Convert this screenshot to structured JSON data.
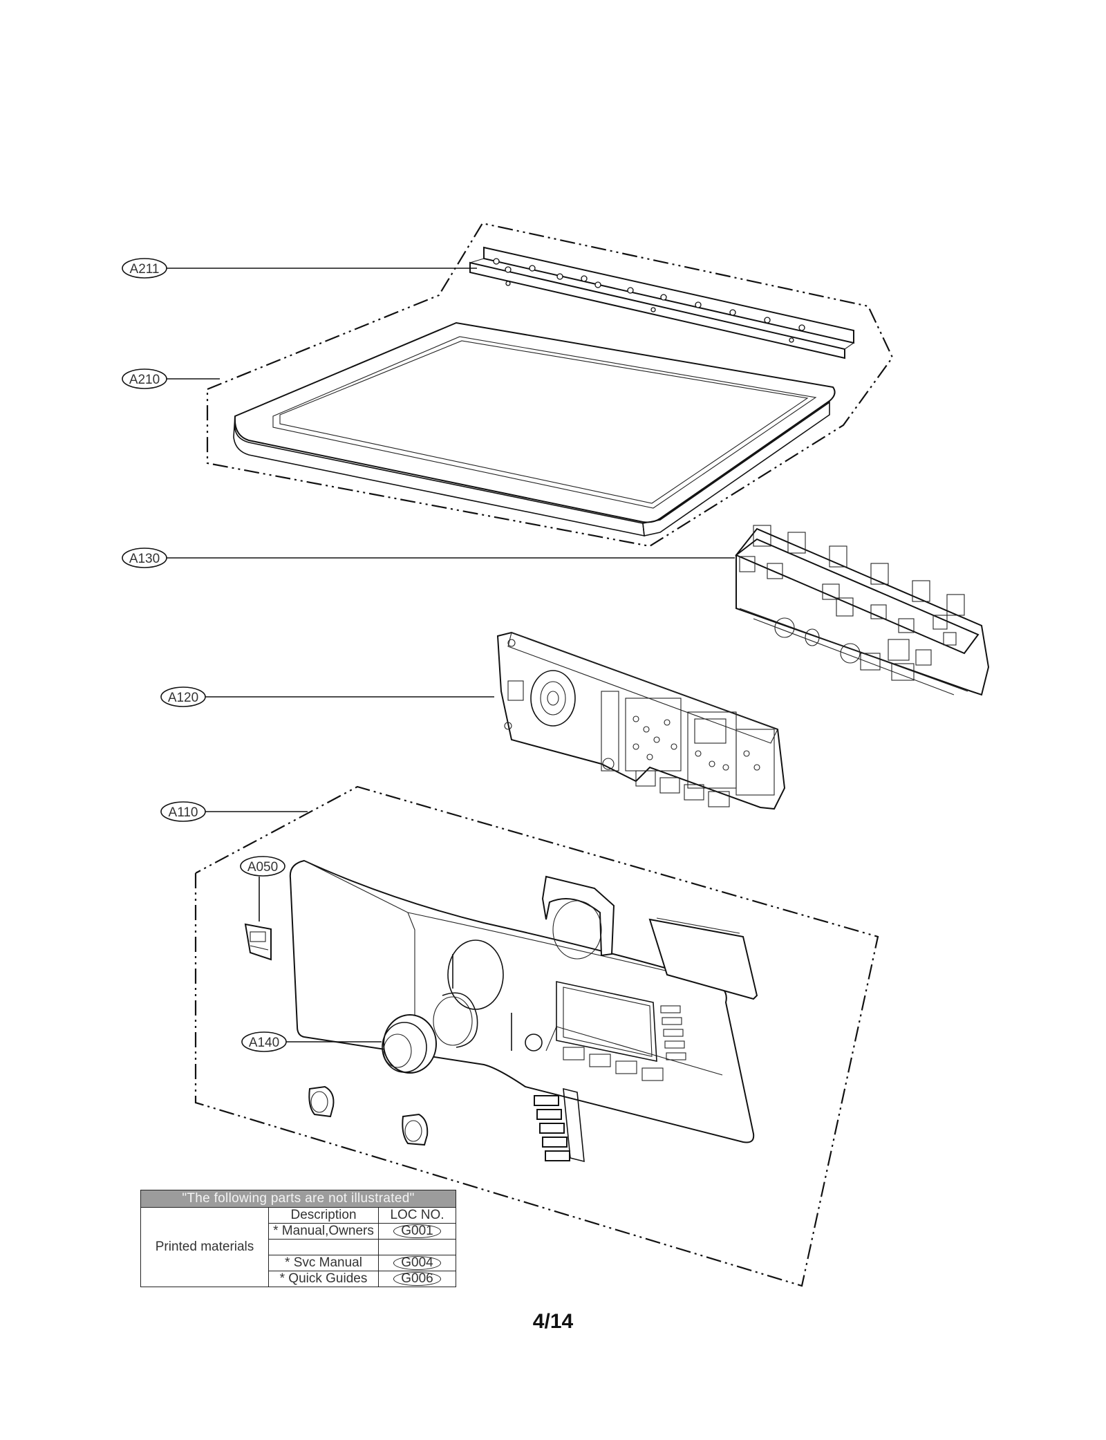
{
  "callouts": {
    "a211": "A211",
    "a210": "A210",
    "a130": "A130",
    "a120": "A120",
    "a110": "A110",
    "a050": "A050",
    "a140": "A140"
  },
  "table": {
    "header": "\"The following parts are not illustrated\"",
    "col_description": "Description",
    "col_loc": "LOC NO.",
    "group_label": "Printed materials",
    "rows": [
      {
        "description": "* Manual,Owners",
        "loc": "G001"
      },
      {
        "description": "",
        "loc": ""
      },
      {
        "description": "* Svc Manual",
        "loc": "G004"
      },
      {
        "description": "* Quick Guides",
        "loc": "G006"
      }
    ]
  },
  "page_number": "4/14"
}
